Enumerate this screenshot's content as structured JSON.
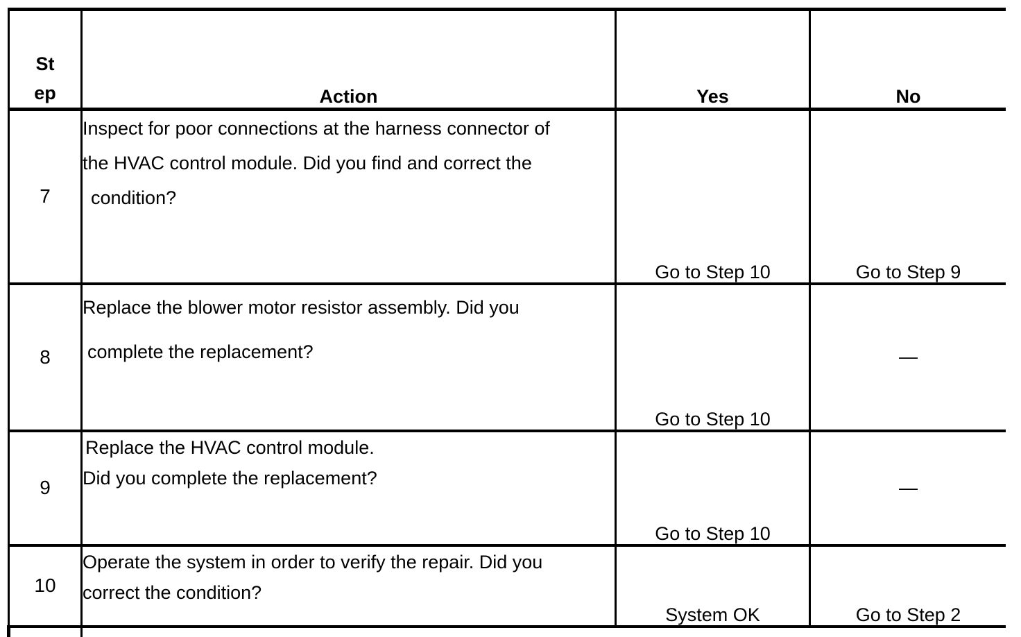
{
  "table": {
    "header": {
      "step_lines": [
        "St",
        "ep"
      ],
      "action": "Action",
      "yes": "Yes",
      "no": "No"
    },
    "rows": [
      {
        "step": "7",
        "action_lines": [
          "Inspect for poor connections at the harness connector of",
          "the HVAC control module. Did you find and correct the",
          "condition?"
        ],
        "yes": "Go to Step 10",
        "no": "Go to Step 9"
      },
      {
        "step": "8",
        "action_lines": [
          "Replace the blower motor resistor assembly. Did you",
          "complete the replacement?"
        ],
        "yes": "Go to Step 10",
        "no": "—"
      },
      {
        "step": "9",
        "action_lines": [
          "Replace the HVAC control module.",
          "Did you complete the replacement?"
        ],
        "yes": "Go to Step 10",
        "no": "—"
      },
      {
        "step": "10",
        "action_lines": [
          "Operate the system in order to verify the repair. Did you",
          "correct the condition?"
        ],
        "yes": "System OK",
        "no": "Go to Step 2"
      }
    ]
  }
}
